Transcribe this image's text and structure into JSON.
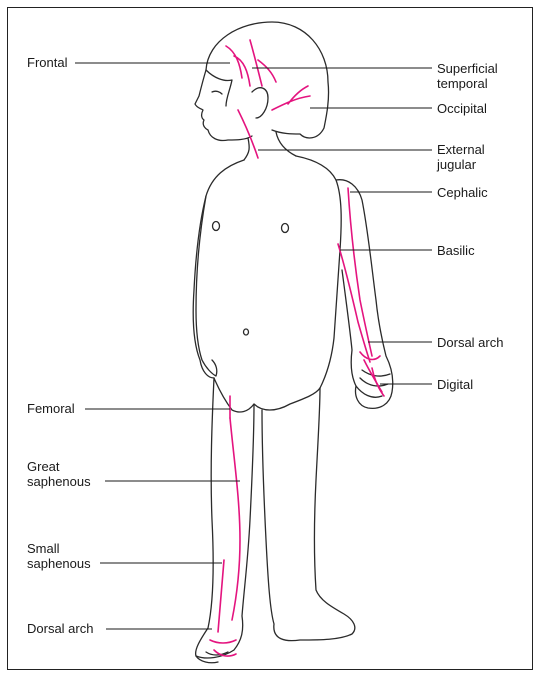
{
  "colors": {
    "outline": "#2b2b2b",
    "vein": "#e4147f",
    "leader": "#1a1a1a"
  },
  "labels": {
    "left": {
      "frontal": "Frontal",
      "femoral": "Femoral",
      "great_saphenous": "Great\nsaphenous",
      "small_saphenous": "Small\nsaphenous",
      "dorsal_arch_foot": "Dorsal arch"
    },
    "right": {
      "superficial_temporal": "Superficial\ntemporal",
      "occipital": "Occipital",
      "external_jugular": "External\njugular",
      "cephalic": "Cephalic",
      "basilic": "Basilic",
      "dorsal_arch_hand": "Dorsal arch",
      "digital": "Digital"
    }
  }
}
